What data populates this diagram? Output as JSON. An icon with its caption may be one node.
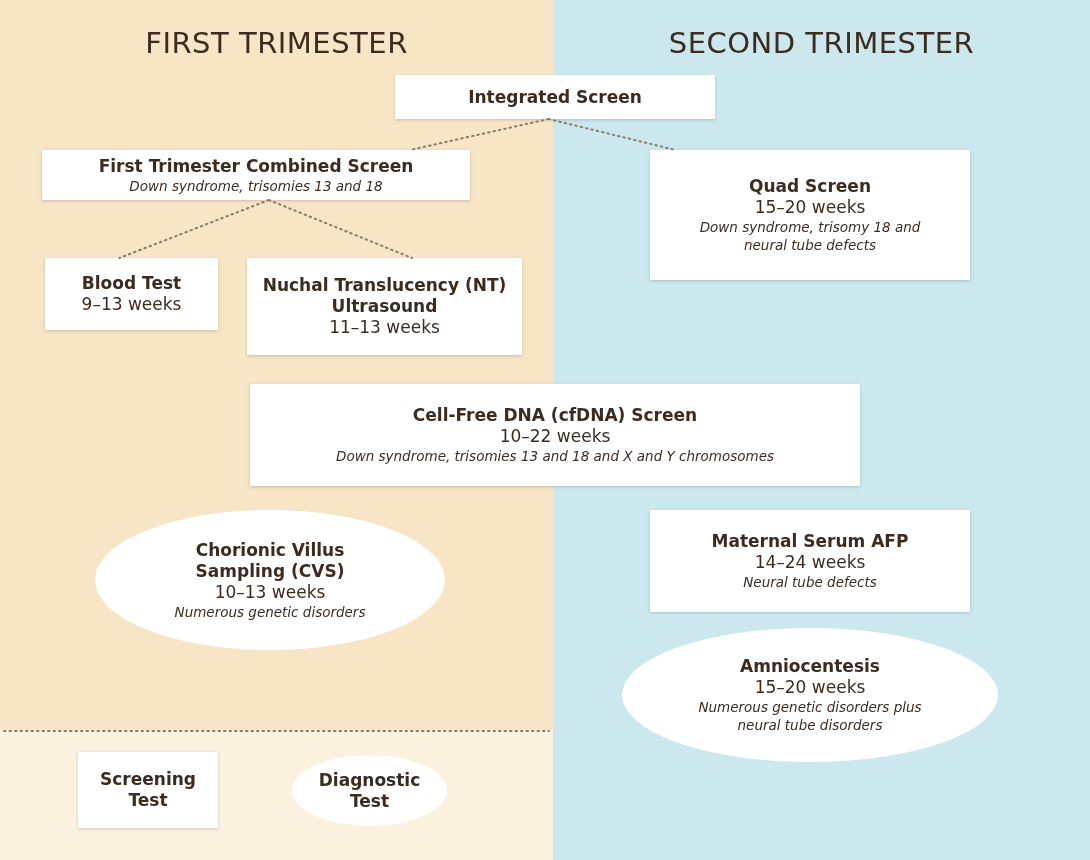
{
  "diagram": {
    "nodes": [
      {
        "text": [
          "FIRST TRIMESTER"
        ]
      },
      {
        "text": [
          "SECOND TRIMESTER"
        ]
      },
      {
        "text": [
          "Integrated Screen"
        ]
      },
      {
        "text": [
          "First Trimester Combined Screen",
          "Down syndrome, trisomies 13 and 18"
        ],
        "in": 0
      },
      {
        "text": [
          "Quad Screen",
          "15–20 weeks",
          "Down syndrome, trisomy 18 and neural tube defects"
        ],
        "in": 1
      },
      {
        "text": [
          "Blood Test",
          "9–13 weeks"
        ],
        "in": 0
      },
      {
        "text": [
          "Nuchal Translucency (NT) Ultrasound",
          "11–13 weeks"
        ],
        "in": 0
      },
      {
        "text": [
          "Cell-Free DNA (cfDNA) Screen",
          "10–22 weeks",
          "Down syndrome, trisomies 13 and 18 and X and Y chromosomes"
        ]
      },
      {
        "text": [
          "Chorionic Villus Sampling (CVS)",
          "10–13 weeks",
          "Numerous genetic disorders"
        ],
        "in": 0
      },
      {
        "text": [
          "Maternal Serum AFP",
          "14–24 weeks",
          "Neural tube defects"
        ],
        "in": 1
      },
      {
        "text": [
          "Amniocentesis",
          "15–20 weeks",
          "Numerous genetic disorders plus neural tube disorders"
        ],
        "in": 1
      }
    ],
    "edges": [
      {
        "from": 2,
        "to": 3,
        "arrow": "none",
        "style": "dashed"
      },
      {
        "from": 2,
        "to": 4,
        "arrow": "none",
        "style": "dashed"
      },
      {
        "from": 3,
        "to": 5,
        "arrow": "none",
        "style": "dashed"
      },
      {
        "from": 3,
        "to": 6,
        "arrow": "none",
        "style": "dashed"
      }
    ],
    "legend": [
      {
        "text": "Screening Test"
      },
      {
        "text": "Diagnostic Test"
      }
    ]
  }
}
